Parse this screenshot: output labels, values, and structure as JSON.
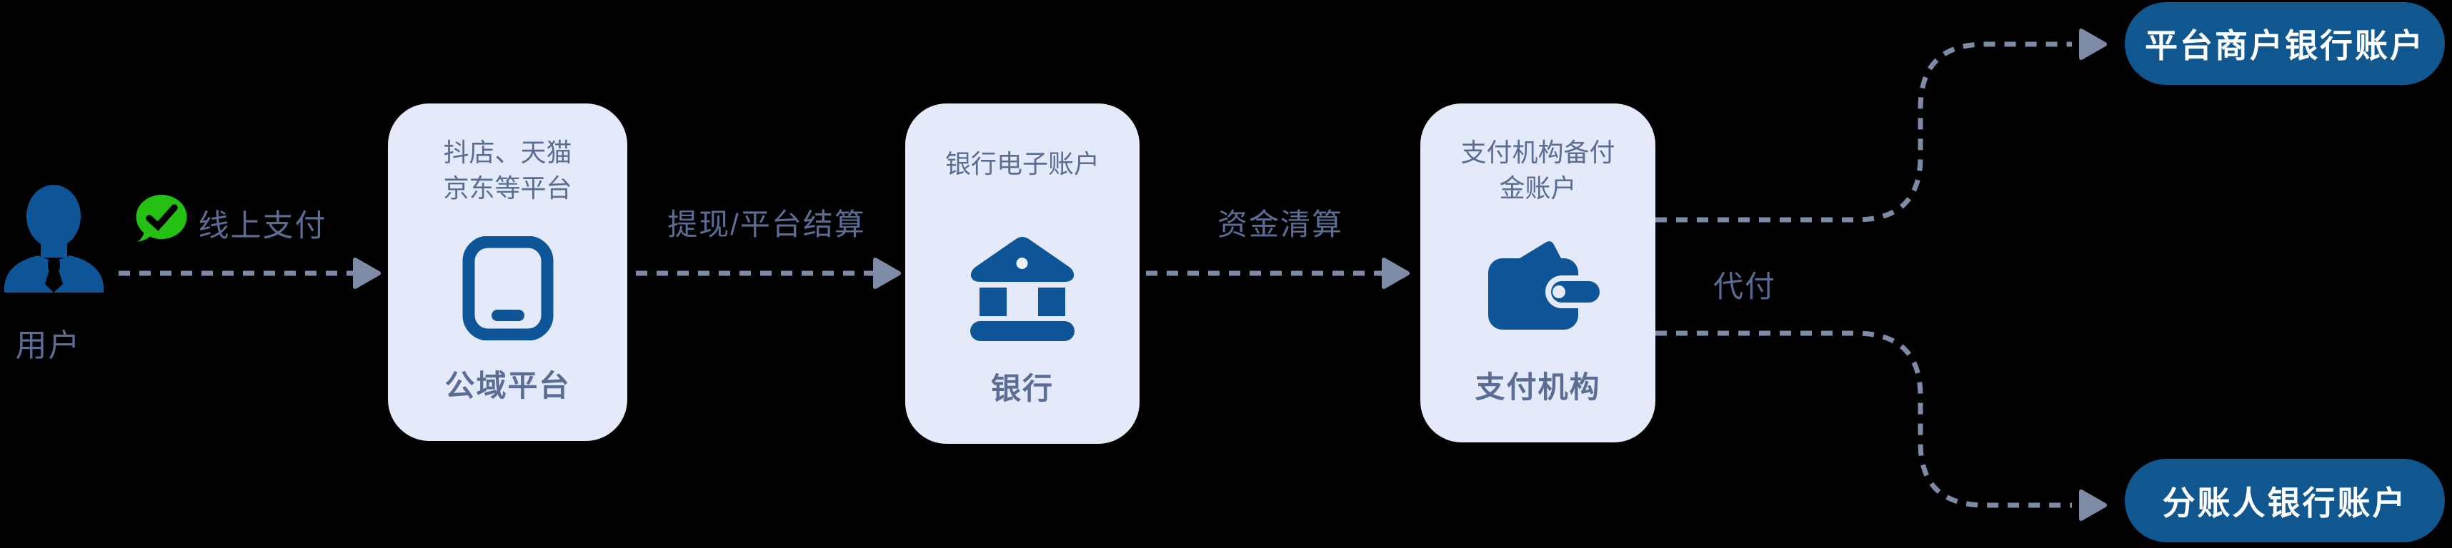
{
  "colors": {
    "background": "#000000",
    "box_fill": "#e4eafa",
    "icon_blue": "#0d5596",
    "pill_blue": "#10568f",
    "label_slate": "#5b6d94",
    "dotted_line": "#7e8ba6",
    "wechat_green": "#24c013",
    "pill_text": "#ffffff"
  },
  "icons": {
    "user": "user-tie-icon",
    "online_payment": "wechat-pay-icon",
    "platform": "smartphone-icon",
    "bank": "bank-icon",
    "payment": "wallet-icon"
  },
  "nodes": {
    "user": {
      "label": "用户"
    },
    "platform": {
      "line1": "抖店、天猫",
      "line2": "京东等平台",
      "label": "公域平台"
    },
    "bank": {
      "line1": "银行电子账户",
      "label": "银行"
    },
    "payment": {
      "line1": "支付机构备付",
      "line2": "金账户",
      "label": "支付机构"
    }
  },
  "edges": {
    "online_payment": "线上支付",
    "withdraw_settlement": "提现/平台结算",
    "fund_clearing": "资金清算",
    "payout": "代付"
  },
  "accounts": {
    "merchant": "平台商户银行账户",
    "splitter": "分账人银行账户"
  }
}
